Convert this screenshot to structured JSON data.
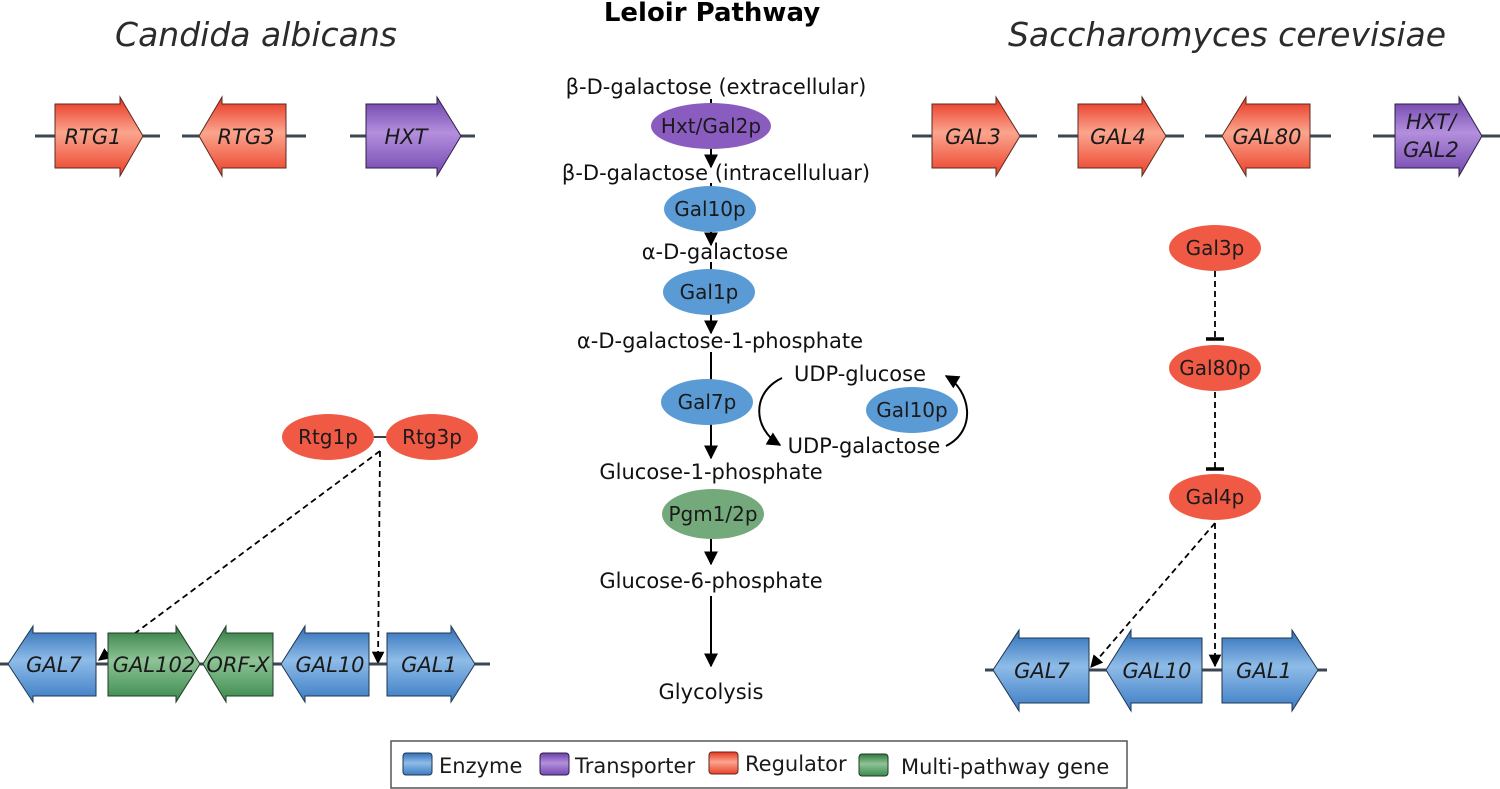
{
  "titles": {
    "left": "Candida albicans",
    "center": "Leloir Pathway",
    "right": "Saccharomyces cerevisiae"
  },
  "colors": {
    "enzyme": "#5b9bd5",
    "transporter": "#8a5cc0",
    "regulator": "#f05a45",
    "multi_pathway": "#4e9a5e"
  },
  "pathway": {
    "metabolites": [
      "β-D-galactose (extracellular)",
      "β-D-galactose (intracelluluar)",
      "α-D-galactose",
      "α-D-galactose-1-phosphate",
      "Glucose-1-phosphate",
      "Glucose-6-phosphate",
      "Glycolysis"
    ],
    "enzymes": [
      "Hxt/Gal2p",
      "Gal10p",
      "Gal1p",
      "Gal7p",
      "Pgm1/2p"
    ],
    "side_cycle": {
      "top": "UDP-glucose",
      "bottom": "UDP-galactose",
      "enzyme": "Gal10p"
    }
  },
  "candida": {
    "top_genes": [
      "RTG1",
      "RTG3",
      "HXT"
    ],
    "proteins": [
      "Rtg1p",
      "Rtg3p"
    ],
    "cluster": [
      "GAL7",
      "GAL102",
      "ORF-X",
      "GAL10",
      "GAL1"
    ]
  },
  "scer": {
    "top_genes": [
      "GAL3",
      "GAL4",
      "GAL80"
    ],
    "top_gene_hxt": [
      "HXT/",
      "GAL2"
    ],
    "proteins": [
      "Gal3p",
      "Gal80p",
      "Gal4p"
    ],
    "cluster": [
      "GAL7",
      "GAL10",
      "GAL1"
    ]
  },
  "legend": [
    "Enzyme",
    "Transporter",
    "Regulator",
    "Multi-pathway gene"
  ]
}
